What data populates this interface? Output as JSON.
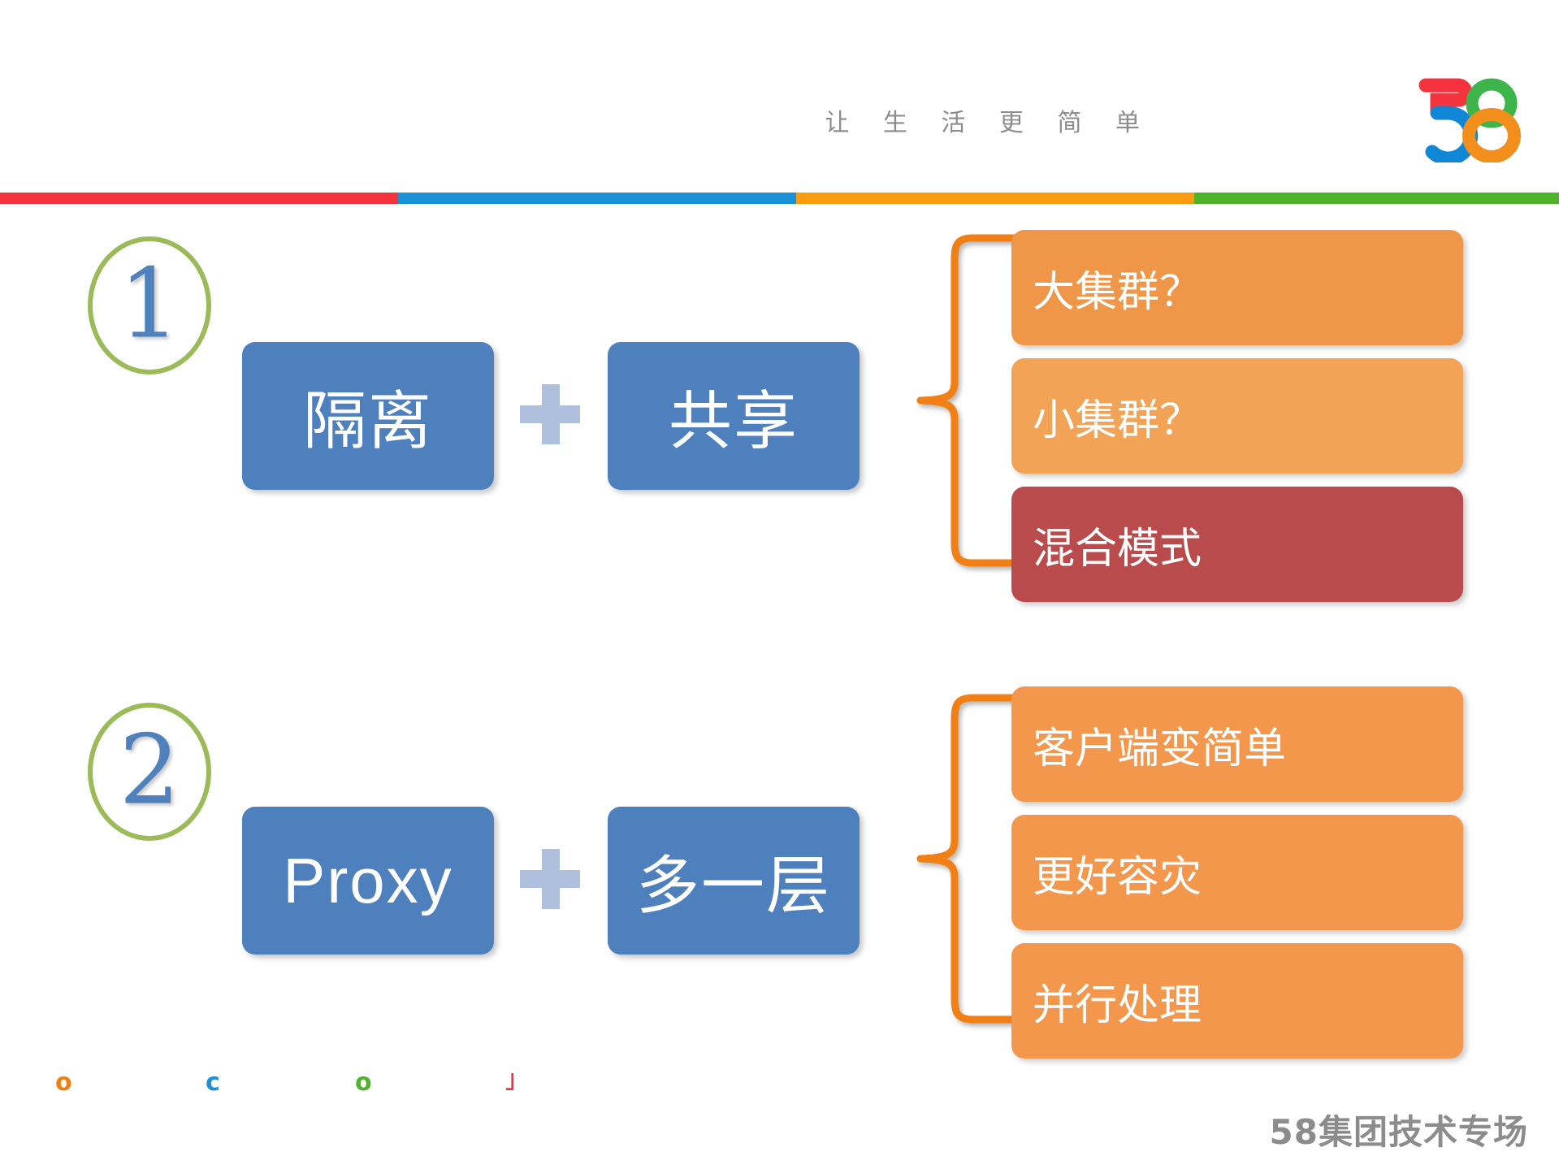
{
  "header": {
    "tagline": "让 生 活 更 简 单",
    "logo_name": "58-logo",
    "logo_colors": {
      "five_top": "#F5333F",
      "five_bottom": "#0F87D6",
      "eight_top": "#3DB54A",
      "eight_bottom": "#F28F1C"
    }
  },
  "colorbar": {
    "segments": [
      {
        "name": "red",
        "color": "#F5333F"
      },
      {
        "name": "blue",
        "color": "#1891D7"
      },
      {
        "name": "orange",
        "color": "#F99C10"
      },
      {
        "name": "green",
        "color": "#4FB32B"
      }
    ]
  },
  "rows": [
    {
      "number": "1",
      "left_box": "隔离",
      "operator": "+",
      "right_box": "共享",
      "tags": [
        {
          "label": "大集群？",
          "color": "#EF9648"
        },
        {
          "label": "小集群？",
          "color": "#F2A355"
        },
        {
          "label": "混合模式",
          "color": "#B94B4D"
        }
      ]
    },
    {
      "number": "2",
      "left_box": "Proxy",
      "operator": "+",
      "right_box": "多一层",
      "tags": [
        {
          "label": "客户端变简单",
          "color": "#F2974B"
        },
        {
          "label": "更好容灾",
          "color": "#F2974B"
        },
        {
          "label": "并行处理",
          "color": "#F2974B"
        }
      ]
    }
  ],
  "theme": {
    "blue_box": "#4E80BE",
    "plus": "#AEC0DE",
    "circle_stroke": "#9BBB59",
    "circle_number": "#4F81BD",
    "brace": "#F07F13",
    "footer_gray": "#8C8C8C"
  },
  "footer": {
    "text": "58集团技术专场",
    "decor_dots": [
      {
        "glyph": "o",
        "color": "#F07F13",
        "name": "decor-dot-orange"
      },
      {
        "glyph": "c",
        "color": "#1891D7",
        "name": "decor-dot-blue"
      },
      {
        "glyph": "o",
        "color": "#4FB32B",
        "name": "decor-dot-green"
      },
      {
        "glyph": "˩",
        "color": "#F5333F",
        "name": "decor-dot-red"
      }
    ]
  }
}
